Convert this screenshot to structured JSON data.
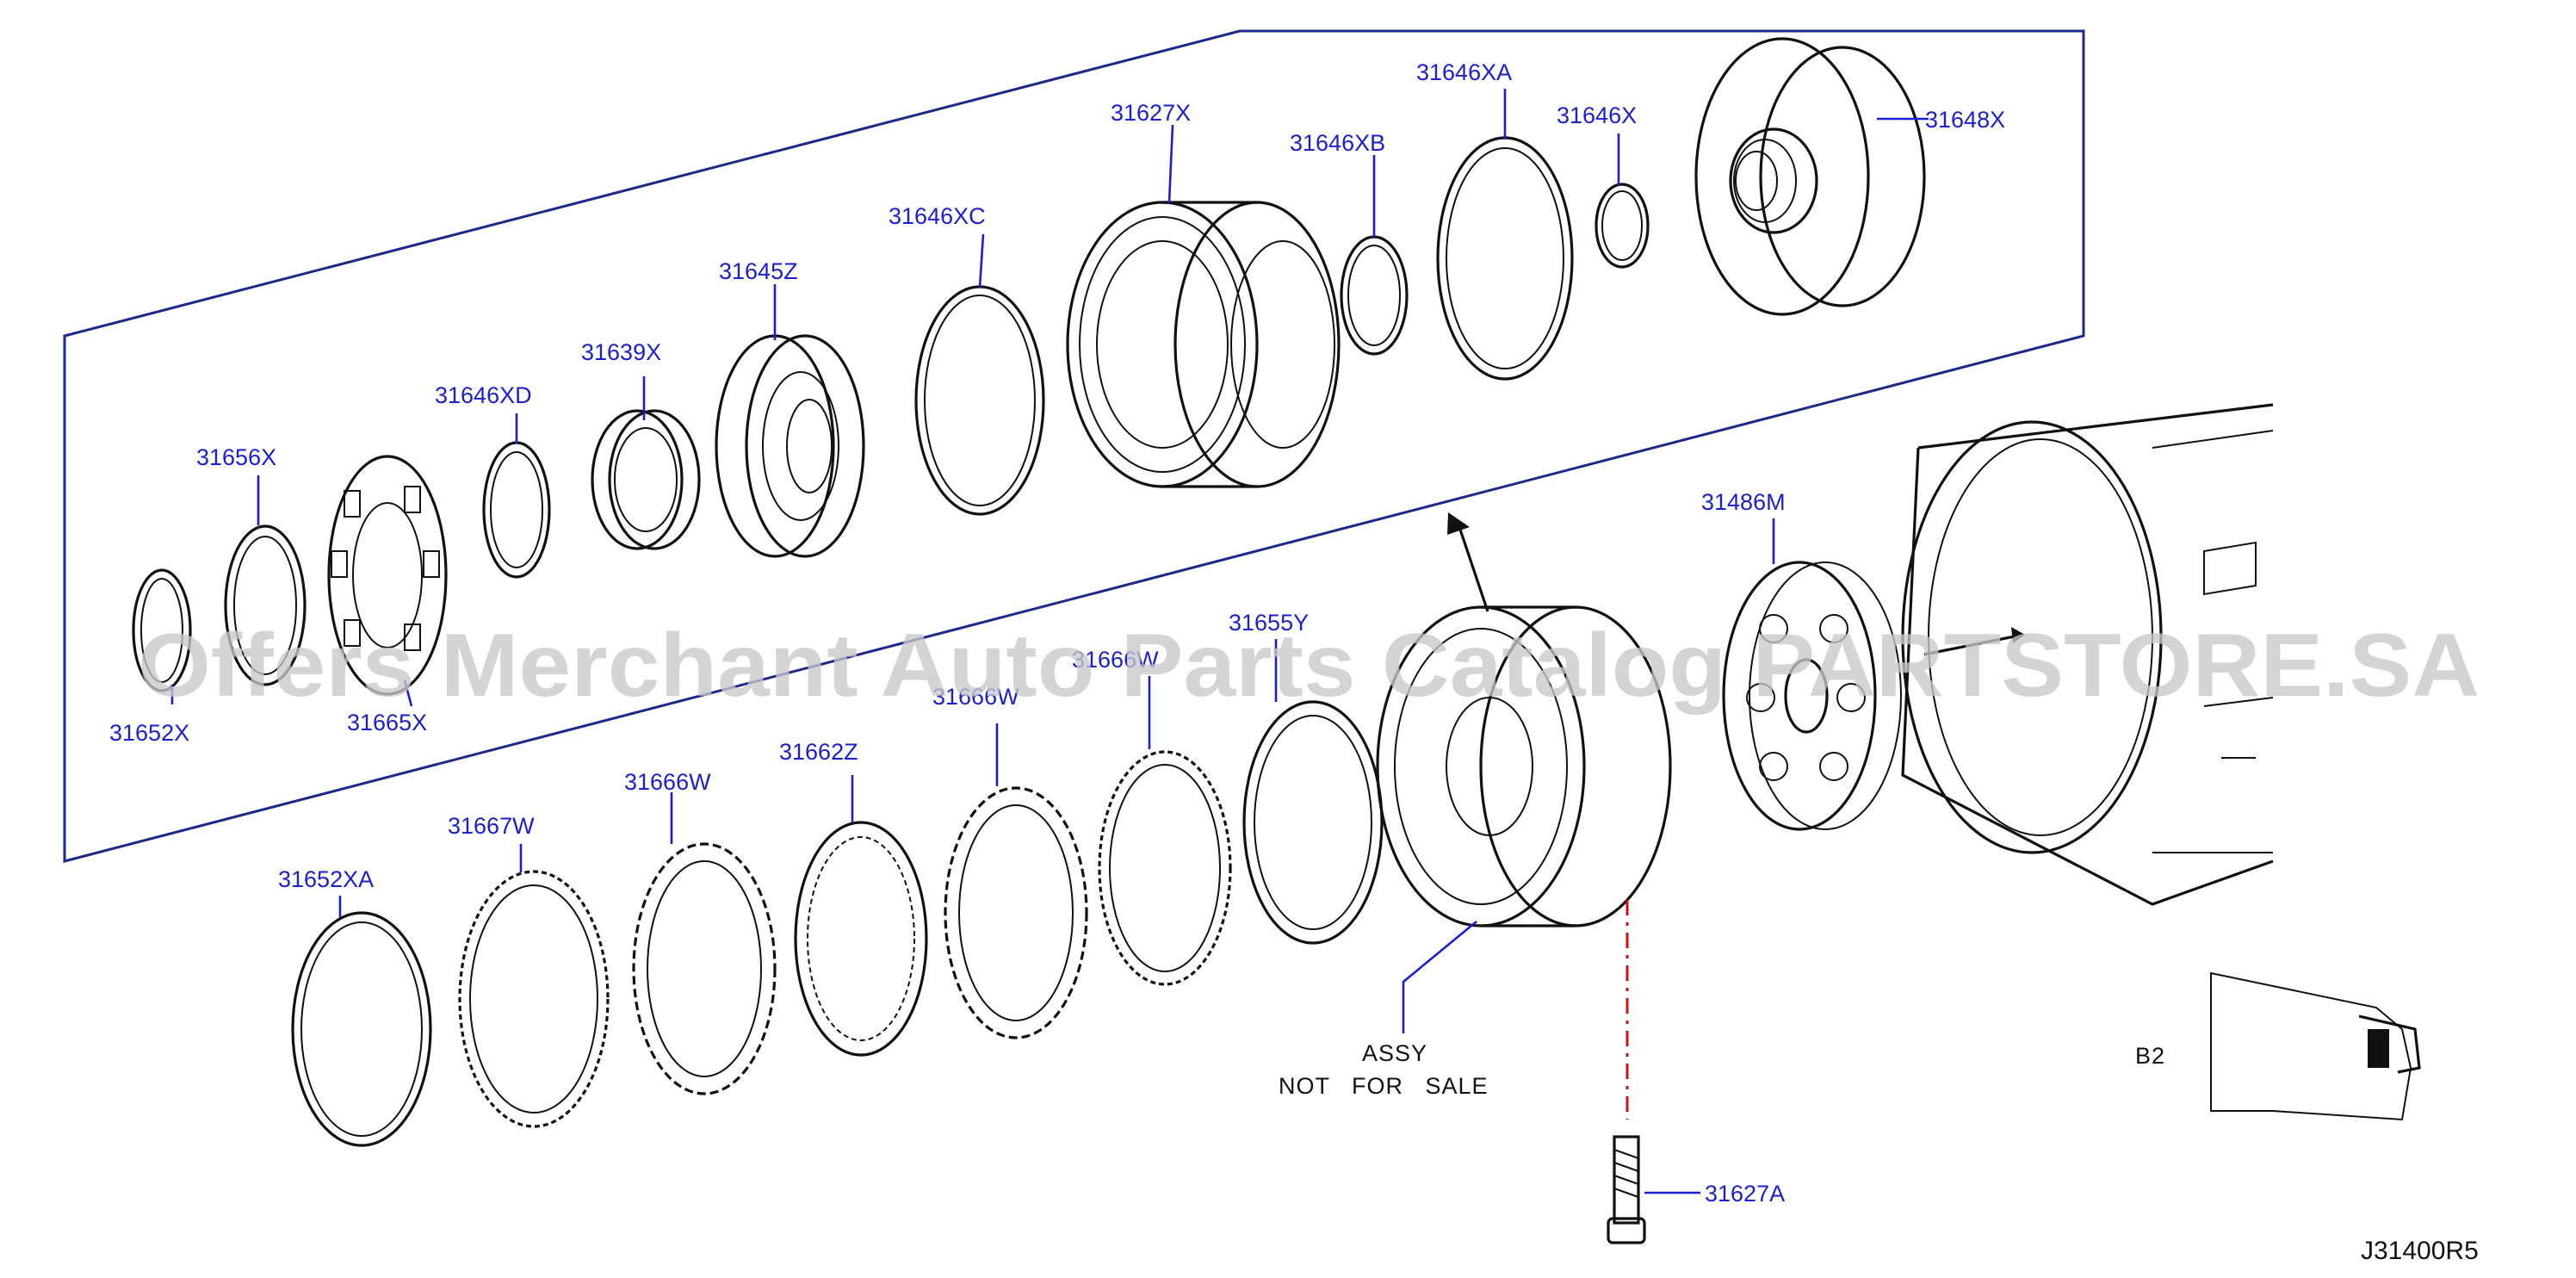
{
  "parts": [
    {
      "id": "31652X",
      "label": "31652X"
    },
    {
      "id": "31656X",
      "label": "31656X"
    },
    {
      "id": "31665X",
      "label": "31665X"
    },
    {
      "id": "31646XD",
      "label": "31646XD"
    },
    {
      "id": "31639X",
      "label": "31639X"
    },
    {
      "id": "31645Z",
      "label": "31645Z"
    },
    {
      "id": "31646XC",
      "label": "31646XC"
    },
    {
      "id": "31627X",
      "label": "31627X"
    },
    {
      "id": "31646XB",
      "label": "31646XB"
    },
    {
      "id": "31646XA",
      "label": "31646XA"
    },
    {
      "id": "31646X",
      "label": "31646X"
    },
    {
      "id": "31648X",
      "label": "31648X"
    },
    {
      "id": "31486M",
      "label": "31486M"
    },
    {
      "id": "31655Y",
      "label": "31655Y"
    },
    {
      "id": "31666W_a",
      "label": "31666W"
    },
    {
      "id": "31666W_b",
      "label": "31666W"
    },
    {
      "id": "31662Z",
      "label": "31662Z"
    },
    {
      "id": "31666W_c",
      "label": "31666W"
    },
    {
      "id": "31667W",
      "label": "31667W"
    },
    {
      "id": "31652XA",
      "label": "31652XA"
    },
    {
      "id": "31627A",
      "label": "31627A"
    }
  ],
  "assembly_note": {
    "line1": "ASSY",
    "line2": "NOT   FOR   SALE"
  },
  "section_label": "B2",
  "diagram_code": "J31400R5",
  "watermark": "Offers Merchant Auto Parts Catalog PARTSTORE.SA",
  "colors": {
    "label_blue": "#1a1fd1",
    "frame_blue": "#1b2a8a",
    "ink": "#111111",
    "watermark": "#c8c8c8"
  }
}
